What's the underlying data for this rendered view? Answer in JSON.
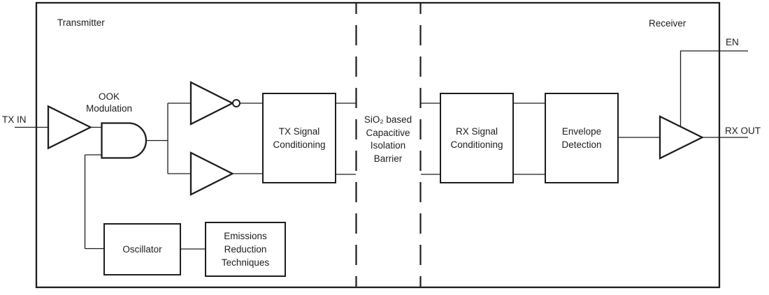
{
  "diagram": {
    "regions": {
      "transmitter": "Transmitter",
      "receiver": "Receiver"
    },
    "signals": {
      "tx_in": "TX IN",
      "en": "EN",
      "rx_out": "RX OUT"
    },
    "annotations": {
      "ook_modulation": "OOK\nModulation",
      "isolation_barrier": "SiO₂ based\nCapacitive\nIsolation\nBarrier"
    },
    "blocks": {
      "tx_signal_conditioning": "TX Signal\nConditioning",
      "rx_signal_conditioning": "RX Signal\nConditioning",
      "envelope_detection": "Envelope\nDetection",
      "oscillator": "Oscillator",
      "emissions_reduction": "Emissions\nReduction\nTechniques"
    },
    "symbols": {
      "input_buffer": "buffer-amplifier",
      "modulator": "and-gate",
      "top_driver": "inverter-with-bubble",
      "bottom_driver": "buffer-amplifier",
      "output_buffer": "buffer-amplifier"
    },
    "colors": {
      "ink": "#1d1d1d",
      "background": "#ffffff"
    }
  }
}
